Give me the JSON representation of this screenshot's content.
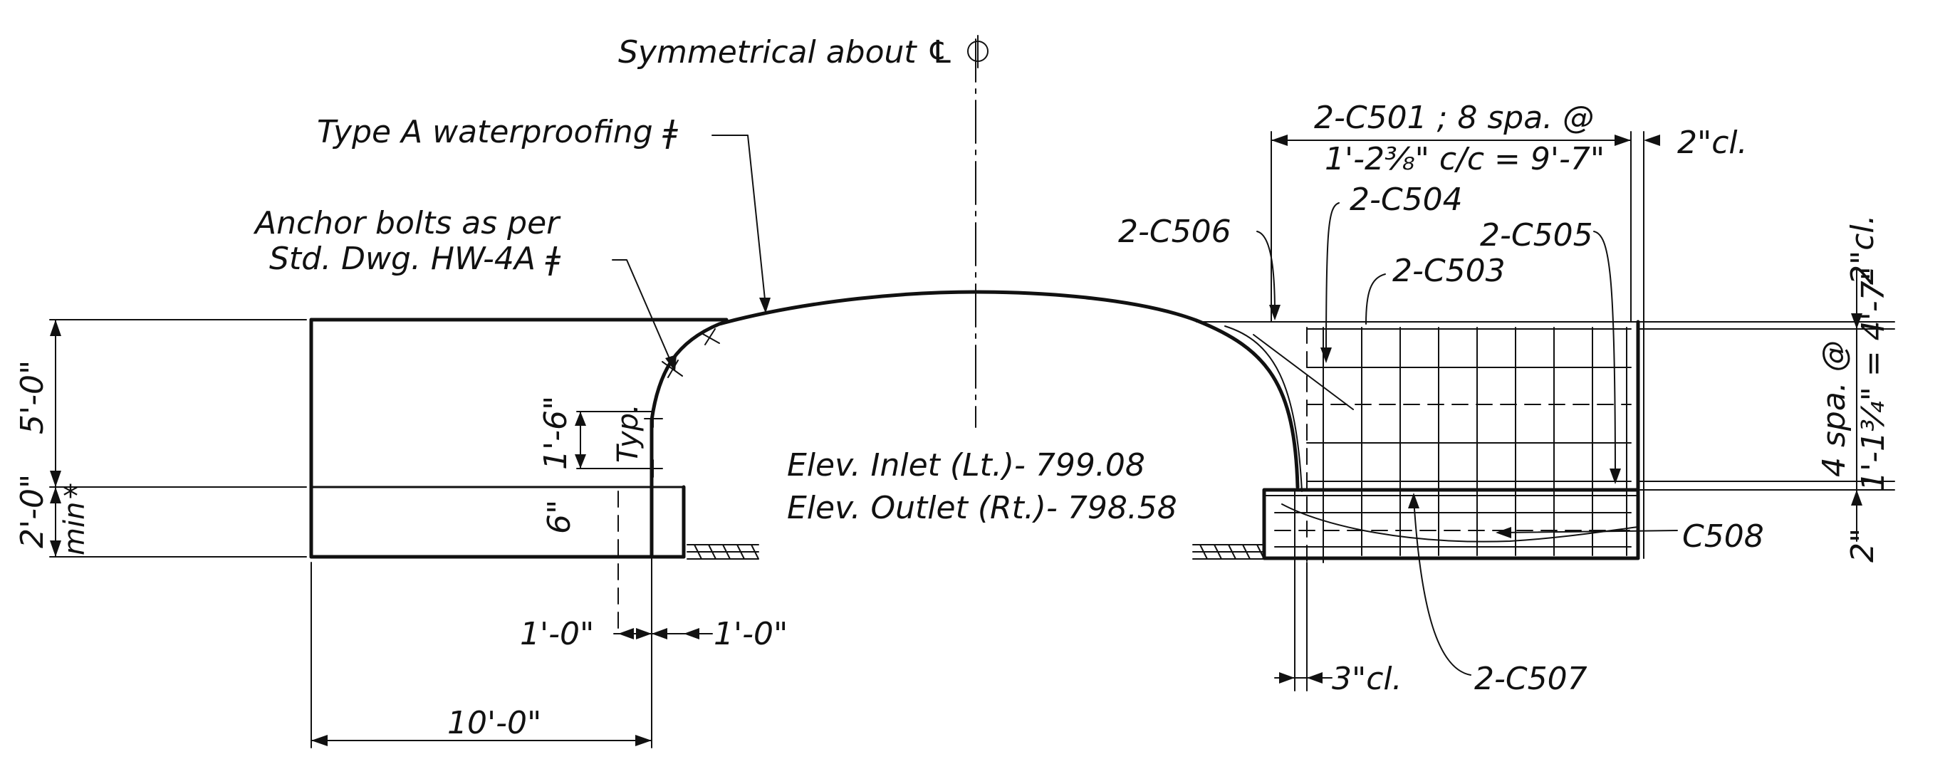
{
  "drawing": {
    "notes": {
      "symmetry": "Symmetrical about ℄",
      "waterproofing": "Type A waterproofing ǂ",
      "anchor_line1": "Anchor bolts as per",
      "anchor_line2": "Std. Dwg. HW-4A ǂ",
      "elev_inlet": "Elev. Inlet (Lt.)- 799.08",
      "elev_outlet": "Elev. Outlet (Rt.)- 798.58"
    },
    "dimensions": {
      "height_5ft": "5'-0\"",
      "height_2ft": "2'-0\"",
      "min": "min",
      "star": "*",
      "typ_spacing": "1'-6\"",
      "typ": "Typ.",
      "six_in": "6\"",
      "one_ft_left": "1'-0\"",
      "one_ft_right": "1'-0\"",
      "ten_ft": "10'-0\"",
      "clear_2in_top": "2\"cl.",
      "clear_2in_side": "2\"cl.",
      "clear_3in": "3\"cl.",
      "two_in": "2\"",
      "spa_line1": "4 spa. @",
      "spa_line2": "1'-1¾\" = 4'-7\""
    },
    "rebars": {
      "c501_line1": "2-C501 ; 8 spa. @",
      "c501_line2": "1'-2⅜\" c/c = 9'-7\"",
      "c503": "2-C503",
      "c504": "2-C504",
      "c505": "2-C505",
      "c506": "2-C506",
      "c507": "2-C507",
      "c508": "C508"
    }
  }
}
